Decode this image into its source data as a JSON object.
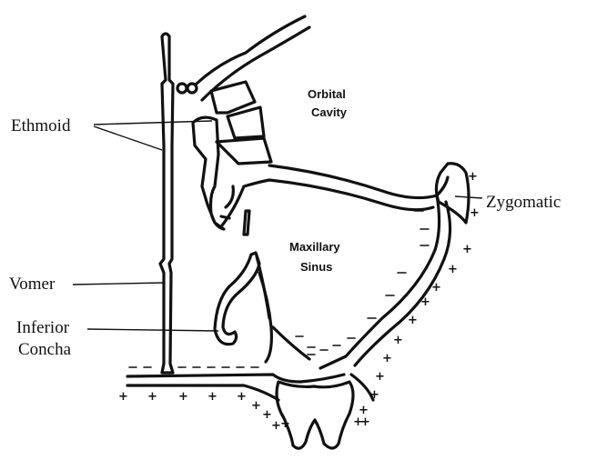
{
  "labels": {
    "ethmoid": "Ethmoid",
    "vomer": "Vomer",
    "inferior_concha_line1": "Inferior",
    "inferior_concha_line2": "Concha",
    "orbital_cavity_line1": "Orbital",
    "orbital_cavity_line2": "Cavity",
    "maxillary_sinus_line1": "Maxillary",
    "maxillary_sinus_line2": "Sinus",
    "zygomatic": "Zygomatic"
  },
  "marks": {
    "plus": "+",
    "minus": "–"
  }
}
